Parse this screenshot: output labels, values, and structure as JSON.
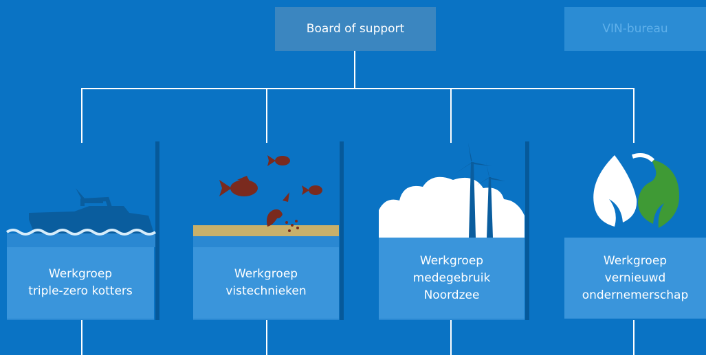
{
  "board": {
    "label": "Board of support"
  },
  "vin": {
    "label": "VIN-bureau"
  },
  "groups": [
    {
      "line1": "Werkgroep",
      "line2": "triple-zero kotters",
      "line3": "",
      "icon": "boat-icon"
    },
    {
      "line1": "Werkgroep",
      "line2": "vistechnieken",
      "line3": "",
      "icon": "fish-seabed-icon"
    },
    {
      "line1": "Werkgroep",
      "line2": "medegebruik",
      "line3": "Noordzee",
      "icon": "wind-turbine-icon"
    },
    {
      "line1": "Werkgroep",
      "line2": "vernieuwd",
      "line3": "ondernemerschap",
      "icon": "leaf-icon"
    }
  ],
  "colors": {
    "background": "#0a73c4",
    "card": "#3a95db",
    "fish": "#7a2a1e",
    "sand": "#c8b06a",
    "leaf_green": "#3f9a35"
  }
}
